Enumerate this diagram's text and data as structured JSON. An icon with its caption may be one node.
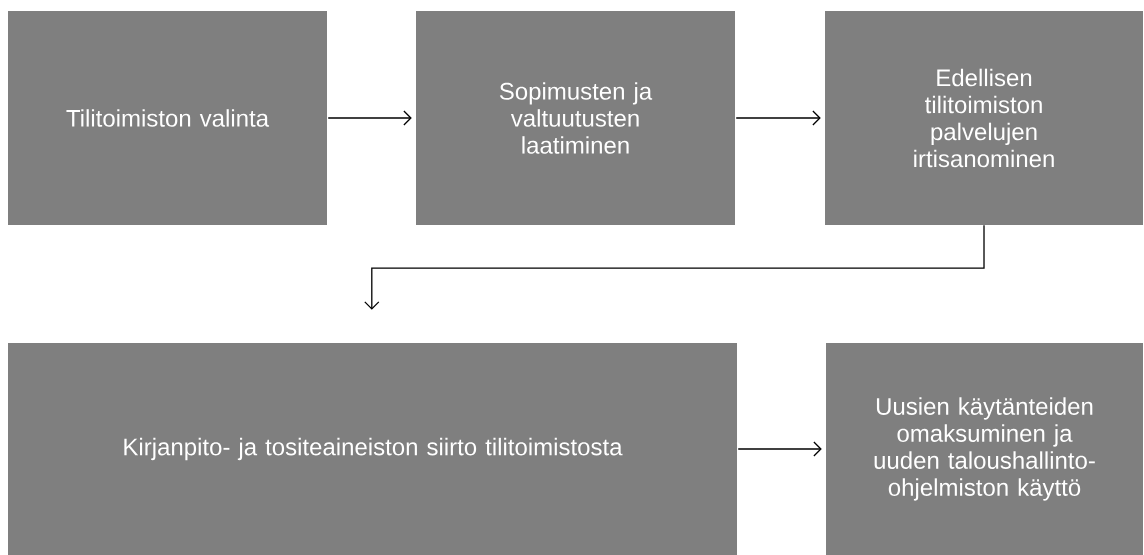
{
  "diagram": {
    "nodes": [
      {
        "text": [
          "Tilitoimiston valinta"
        ]
      },
      {
        "text": [
          "Sopimusten ja valtuutusten laatiminen"
        ]
      },
      {
        "text": [
          "Edellisen tilitoimiston palvelujen irtisanominen"
        ]
      },
      {
        "text": [
          "Kirjanpito- ja tositeaineiston siirto tilitoimistosta"
        ]
      },
      {
        "text": [
          "Uusien käytänteiden omaksuminen ja uuden taloushallinto-ohjelmiston käyttö"
        ]
      }
    ],
    "edges": [
      {
        "from": 0,
        "to": 1,
        "arrow": "to"
      },
      {
        "from": 1,
        "to": 2,
        "arrow": "to"
      },
      {
        "from": 2,
        "to": 3,
        "arrow": "to"
      },
      {
        "from": 3,
        "to": 4,
        "arrow": "to"
      }
    ]
  }
}
